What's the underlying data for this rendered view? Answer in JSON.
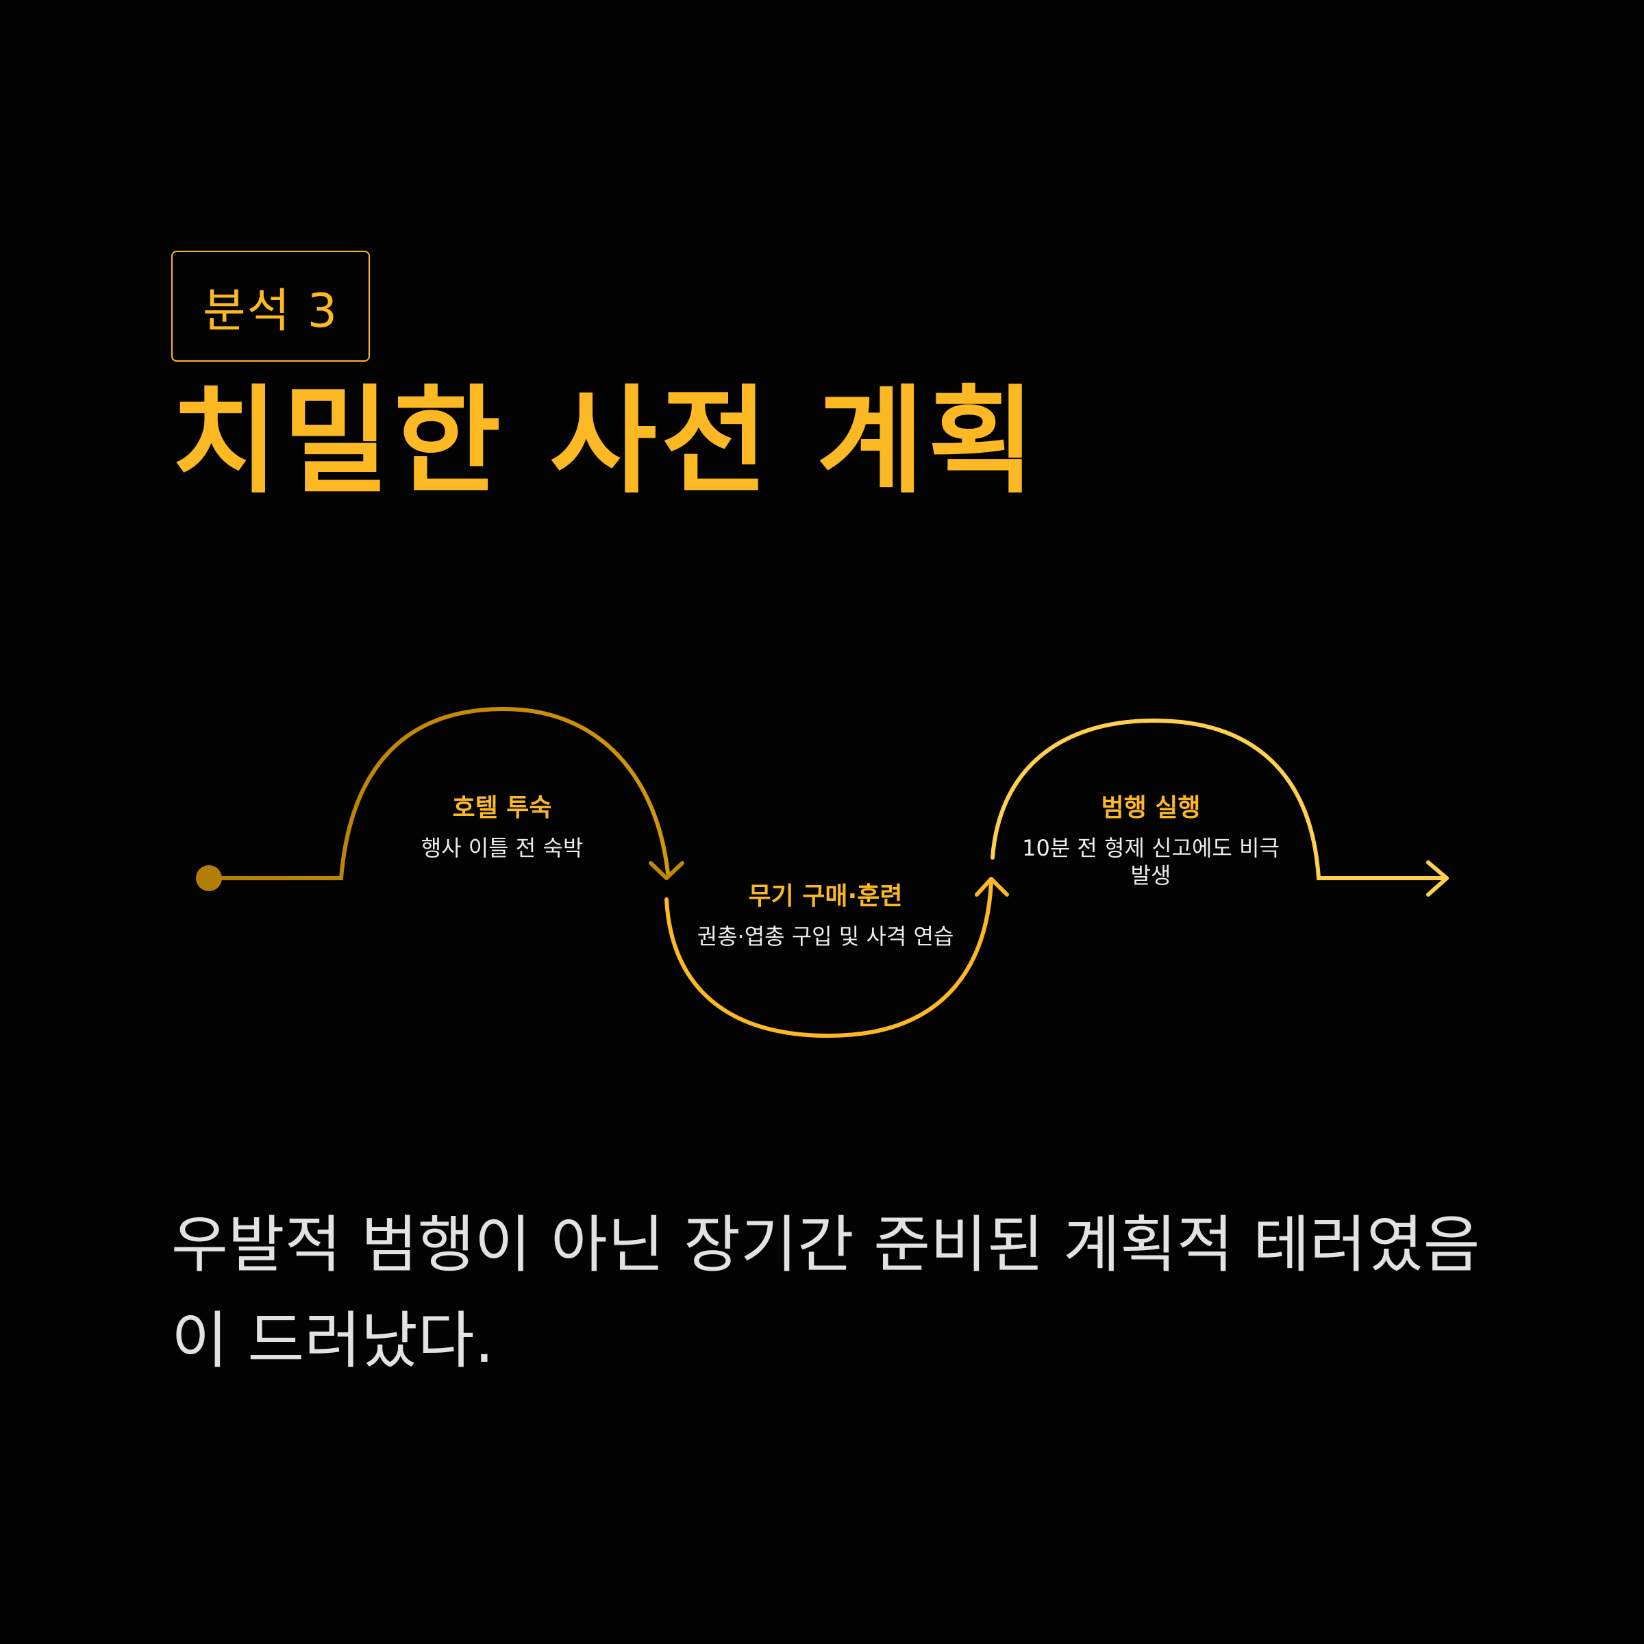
{
  "badge": {
    "label": "분석 3"
  },
  "title": "치밀한 사전 계획",
  "colors": {
    "accent": "#FDB924",
    "accent_dark": "#B47D06",
    "accent_light": "#FFD050",
    "background": "#030303",
    "text": "#E2E2E2"
  },
  "timeline": {
    "steps": [
      {
        "title": "호텔 투숙",
        "desc": "행사 이틀 전 숙박"
      },
      {
        "title": "무기 구매·훈련",
        "desc": "권총·엽총 구입 및 사격 연습"
      },
      {
        "title": "범행 실행",
        "desc": "10분 전 형제 신고에도 비극 발생"
      }
    ]
  },
  "summary": "우발적 범행이 아닌 장기간 준비된 계획적 테러였음이 드러났다."
}
